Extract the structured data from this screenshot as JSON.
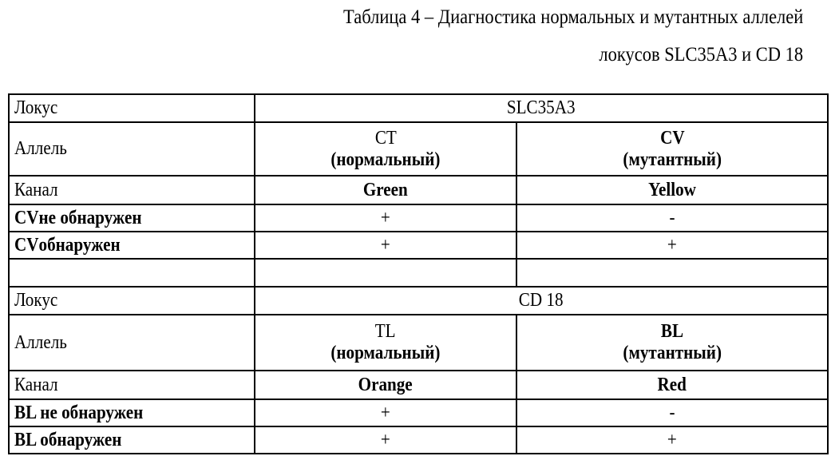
{
  "caption": {
    "line1": "Таблица 4 – Диагностика нормальных и мутантных аллелей",
    "line2": "локусов SLC35A3 и CD 18"
  },
  "blocks": [
    {
      "locus_label": "Локус",
      "locus": "SLC35A3",
      "allele_label": "Аллель",
      "allele1": "CT",
      "allele1_type": "(нормальный)",
      "allele2": "CV",
      "allele2_type": "(мутантный)",
      "channel_label": "Канал",
      "channel1": "Green",
      "channel2": "Yellow",
      "rows": [
        {
          "label": "CVне обнаружен",
          "v1": "+",
          "v2": "-"
        },
        {
          "label": "CVобнаружен",
          "v1": "+",
          "v2": "+"
        }
      ]
    },
    {
      "locus_label": "Локус",
      "locus": "CD 18",
      "allele_label": "Аллель",
      "allele1": "TL",
      "allele1_type": "(нормальный)",
      "allele2": "BL",
      "allele2_type": "(мутантный)",
      "channel_label": "Канал",
      "channel1": "Orange",
      "channel2": "Red",
      "rows": [
        {
          "label": "BL не обнаружен",
          "v1": "+",
          "v2": "-"
        },
        {
          "label": "BL обнаружен",
          "v1": "+",
          "v2": "+"
        }
      ]
    }
  ]
}
